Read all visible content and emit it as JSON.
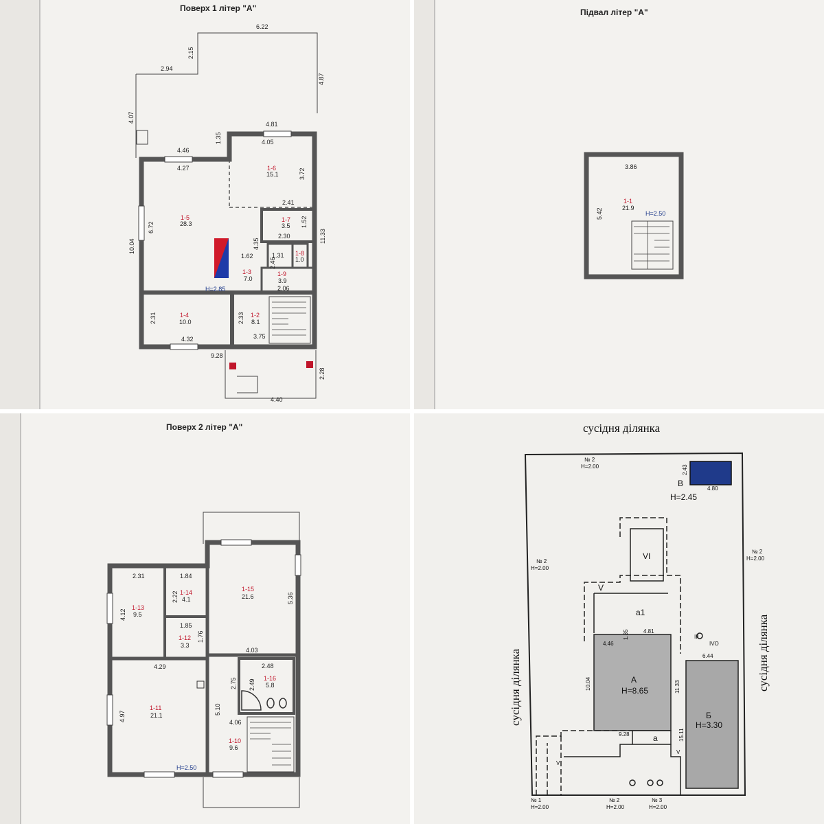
{
  "floor1": {
    "title": "Поверх 1 літер \"А\"",
    "dims": {
      "d622": "6.22",
      "d294": "2.94",
      "d215": "2.15",
      "d487": "4.87",
      "d407": "4.07",
      "d481": "4.81",
      "d135": "1.35",
      "d405": "4.05",
      "d446": "4.46",
      "d427": "4.27",
      "d372": "3.72",
      "d241": "2.41",
      "d152": "1.52",
      "d230": "2.30",
      "d672": "6.72",
      "d1004": "10.04",
      "d1133": "11.33",
      "d435": "4.35",
      "d162": "1.62",
      "d131": "1.31",
      "d246": "2.46",
      "d206": "2.06",
      "d231": "2.31",
      "d432": "4.32",
      "d233": "2.33",
      "d375": "3.75",
      "d928": "9.28",
      "d228": "2.28",
      "d440": "4.40"
    },
    "rooms": {
      "r16": {
        "id": "1-6",
        "area": "15.1"
      },
      "r15": {
        "id": "1-5",
        "area": "28.3"
      },
      "r17": {
        "id": "1-7",
        "area": "3.5"
      },
      "r18": {
        "id": "1-8",
        "area": "1.0"
      },
      "r13": {
        "id": "1-3",
        "area": "7.0"
      },
      "r19": {
        "id": "1-9",
        "area": "3.9"
      },
      "r14": {
        "id": "1-4",
        "area": "10.0"
      },
      "r12": {
        "id": "1-2",
        "area": "8.1"
      }
    },
    "height": "H=2.85"
  },
  "basement": {
    "title": "Підвал літер \"А\"",
    "dims": {
      "w": "3.86",
      "h": "5.42"
    },
    "room": {
      "id": "1-1",
      "area": "21.9"
    },
    "height": "H=2.50"
  },
  "floor2": {
    "title": "Поверх 2 літер \"А\"",
    "dims": {
      "d231": "2.31",
      "d184": "1.84",
      "d222": "2.22",
      "d412": "4.12",
      "d185": "1.85",
      "d176": "1.76",
      "d536": "5.36",
      "d403": "4.03",
      "d429": "4.29",
      "d248": "2.48",
      "d275": "2.75",
      "d249": "2.49",
      "d510": "5.10",
      "d497": "4.97",
      "d406": "4.06"
    },
    "rooms": {
      "r13": {
        "id": "1-13",
        "area": "9.5"
      },
      "r14": {
        "id": "1-14",
        "area": "4.1"
      },
      "r15": {
        "id": "1-15",
        "area": "21.6"
      },
      "r12": {
        "id": "1-12",
        "area": "3.3"
      },
      "r11": {
        "id": "1-11",
        "area": "21.1"
      },
      "r16": {
        "id": "1-16",
        "area": "5.8"
      },
      "r10": {
        "id": "1-10",
        "area": "9.6"
      }
    },
    "height": "H=2.50"
  },
  "site": {
    "top_label": "сусідня ділянка",
    "left_label": "сусідня ділянка",
    "right_label": "сусідня ділянка",
    "fence_labels": {
      "top": {
        "no": "№ 2",
        "h": "H=2.00"
      },
      "left": {
        "no": "№ 2",
        "h": "H=2.00"
      },
      "right": {
        "no": "№ 2",
        "h": "H=2.00"
      },
      "bottom1": {
        "no": "№ 1",
        "h": "H=2.00"
      },
      "bottom2": {
        "no": "№ 2",
        "h": "H=2.00"
      },
      "bottom3": {
        "no": "№ 3",
        "h": "H=2.00"
      }
    },
    "building_v": {
      "label": "В",
      "h": "H=2.45",
      "w": "4.80",
      "d": "2.43"
    },
    "building_a": {
      "label": "А",
      "h": "H=8.65"
    },
    "building_b": {
      "label": "Б",
      "h": "H=3.30"
    },
    "zones": {
      "vi": "VI",
      "v": "V",
      "a1": "а1",
      "a": "а",
      "iv": "IVO",
      "iii": "III",
      "v2": "V",
      "v3": "V"
    },
    "dims": {
      "d135": "1.35",
      "d481": "4.81",
      "d446": "4.46",
      "d1004": "10.04",
      "d1133": "11.33",
      "d644": "6.44",
      "d1511": "15.11",
      "d928": "9.28"
    },
    "colors": {
      "building_v": "#1f3a8a",
      "building_a": "#b0b0b0",
      "building_b": "#a8a8a8"
    }
  }
}
